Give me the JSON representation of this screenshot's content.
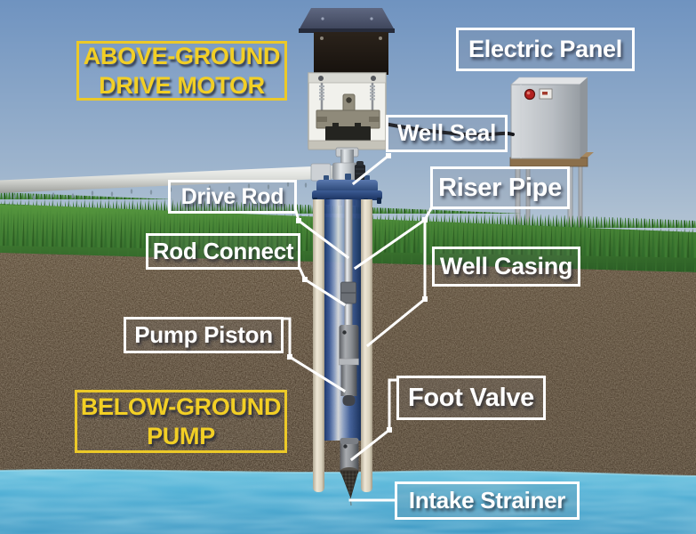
{
  "diagram": {
    "subject": "Cutaway illustration of a deep-well piston pump system",
    "section_titles": {
      "above_ground": "ABOVE-GROUND\nDRIVE MOTOR",
      "below_ground": "BELOW-GROUND\nPUMP"
    },
    "part_labels": {
      "electric_panel": "Electric Panel",
      "well_seal": "Well Seal",
      "drive_rod": "Drive Rod",
      "riser_pipe": "Riser Pipe",
      "rod_connect": "Rod Connect",
      "well_casing": "Well Casing",
      "pump_piston": "Pump Piston",
      "foot_valve": "Foot Valve",
      "intake_strainer": "Intake Strainer"
    },
    "colors": {
      "section_title_yellow": "#f2cf25",
      "part_label_white": "#ffffff",
      "sky_top": "#6f93c0",
      "grass_green": "#3f7f33",
      "soil_brown": "#4a3b2b",
      "water_blue": "#4aadd4",
      "riser_blue": "#3b5a98"
    }
  }
}
